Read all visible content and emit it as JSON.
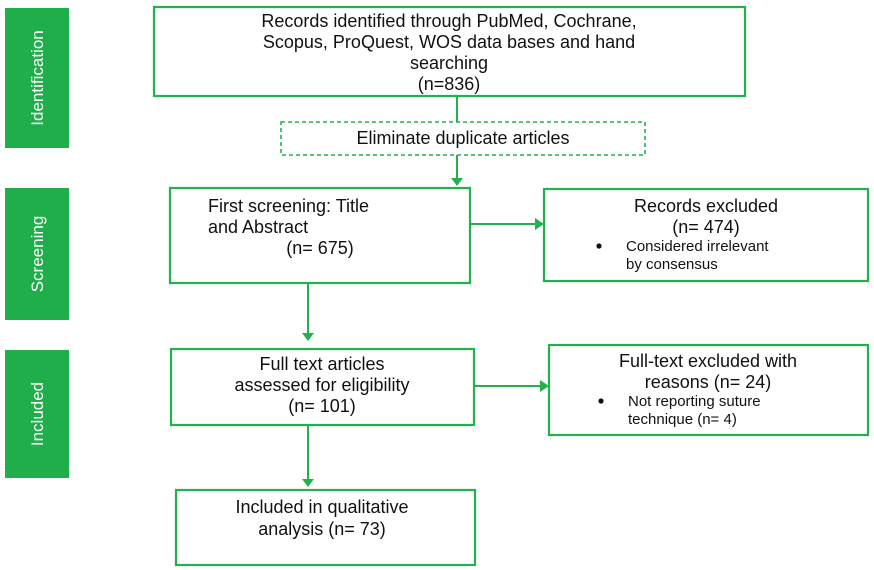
{
  "stages": {
    "identification": "Identification",
    "screening": "Screening",
    "included": "Included"
  },
  "boxes": {
    "records_identified": {
      "line1": "Records identified through PubMed, Cochrane,",
      "line2": "Scopus, ProQuest, WOS data bases and hand",
      "line3": "searching",
      "line4": "(n=836)"
    },
    "eliminate_duplicates": {
      "line1": "Eliminate duplicate articles"
    },
    "first_screening": {
      "line1": "First screening: Title",
      "line2": "and Abstract",
      "line3": "(n= 675)"
    },
    "records_excluded": {
      "line1": "Records excluded",
      "line2": "(n= 474)",
      "bullet_line1": "Considered irrelevant",
      "bullet_line2": "by consensus"
    },
    "full_text_assessed": {
      "line1": "Full text articles",
      "line2": "assessed for eligibility",
      "line3": "(n= 101)"
    },
    "full_text_excluded": {
      "line1": "Full-text excluded with",
      "line2": "reasons (n= 24)",
      "bullet_line1": "Not reporting suture",
      "bullet_line2": "technique (n= 4)"
    },
    "included_qualitative": {
      "line1": "Included in qualitative",
      "line2": "analysis (n= 73)"
    }
  },
  "colors": {
    "accent_green": "#22b14c",
    "stage_green": "#1fae4a"
  }
}
